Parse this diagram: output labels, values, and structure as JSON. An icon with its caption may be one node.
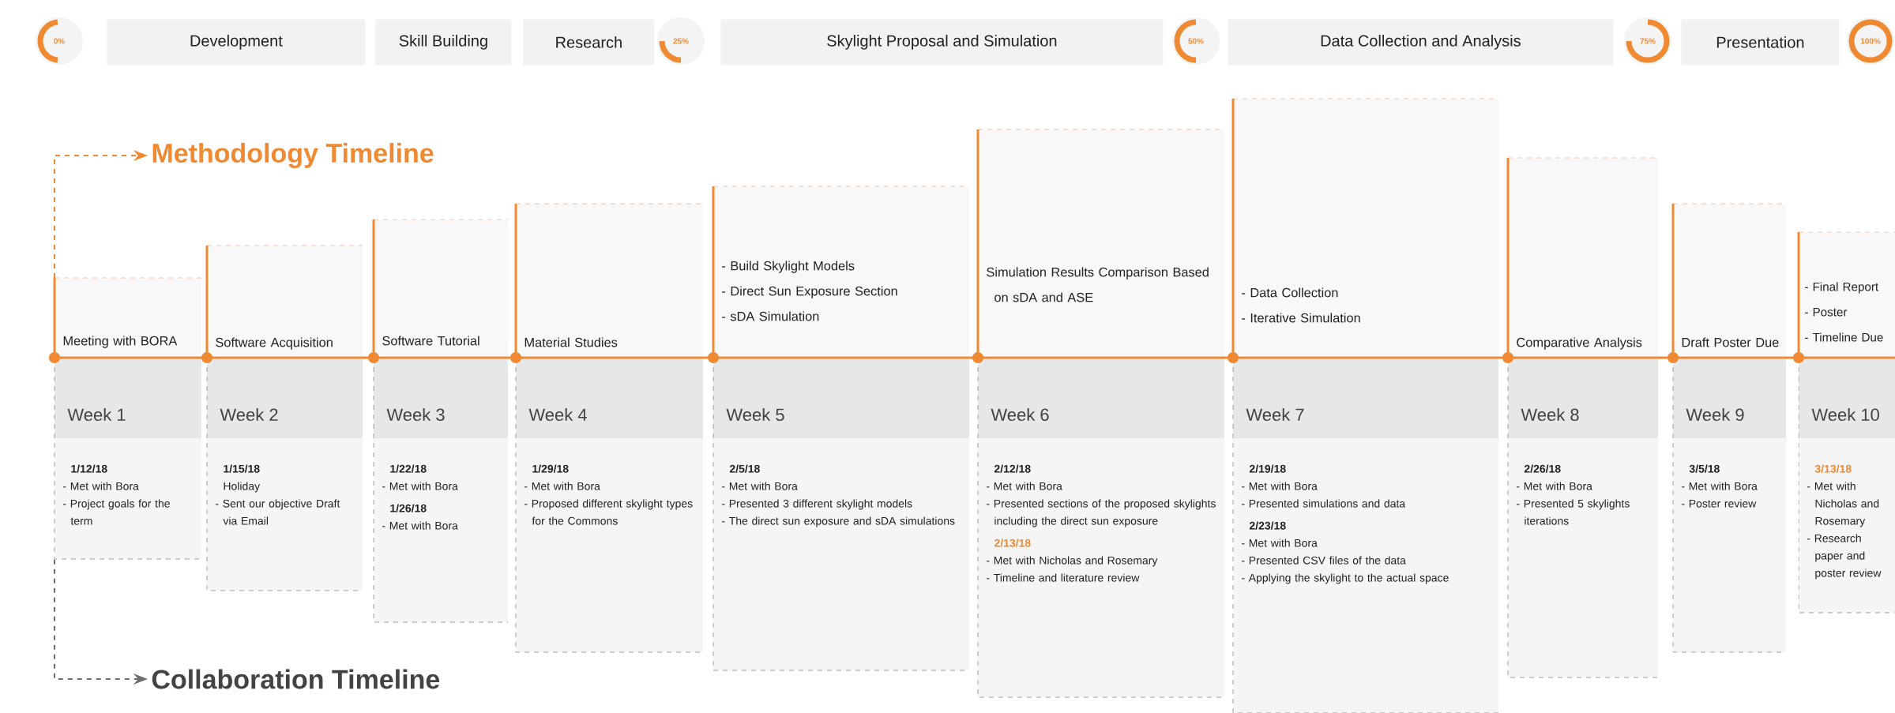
{
  "diagram": {
    "nodes": [
      {
        "text": [
          "0%"
        ]
      },
      {
        "text": [
          "Development"
        ]
      },
      {
        "text": [
          "Skill Building"
        ]
      },
      {
        "text": [
          "Research"
        ]
      },
      {
        "text": [
          "25%"
        ]
      },
      {
        "text": [
          "Skylight Proposal and Simulation"
        ]
      },
      {
        "text": [
          "50%"
        ]
      },
      {
        "text": [
          "Data Collection and Analysis"
        ]
      },
      {
        "text": [
          "75%"
        ]
      },
      {
        "text": [
          "Presentation"
        ]
      },
      {
        "text": [
          "100%"
        ]
      },
      {
        "text": [
          "Methodology Timeline"
        ]
      },
      {
        "text": [
          "Meeting with BORA"
        ]
      },
      {
        "text": [
          "Software Acquisition"
        ]
      },
      {
        "text": [
          "Software Tutorial"
        ]
      },
      {
        "text": [
          "Material Studies"
        ]
      },
      {
        "text": [
          "- Build Skylight Models",
          "- Direct Sun Exposure Section",
          "- sDA Simulation"
        ]
      },
      {
        "text": [
          "Simulation Results Comparison Based on sDA and ASE"
        ]
      },
      {
        "text": [
          "- Data Collection",
          "- Iterative Simulation"
        ]
      },
      {
        "text": [
          "Comparative Analysis"
        ]
      },
      {
        "text": [
          "Draft Poster Due"
        ]
      },
      {
        "text": [
          "- Final Report",
          "- Poster",
          "- Timeline Due"
        ]
      },
      {
        "text": [
          "Week 1",
          "1/12/18",
          "- Met with Bora",
          "- Project goals for the term"
        ]
      },
      {
        "text": [
          "Week 2",
          "1/15/18",
          "Holiday",
          "- Sent our objective Draft via Email"
        ]
      },
      {
        "text": [
          "Week 3",
          "1/22/18",
          "- Met with Bora",
          "1/26/18",
          "- Met with Bora"
        ]
      },
      {
        "text": [
          "Week 4",
          "1/29/18",
          "- Met with Bora",
          "- Proposed different skylight types for the Commons"
        ]
      },
      {
        "text": [
          "Week 5",
          "2/5/18",
          "- Met with Bora",
          "- Presented 3 different skylight models",
          "- The direct sun exposure and sDA simulations"
        ]
      },
      {
        "text": [
          "Week 6",
          "2/12/18",
          "- Met with Bora",
          "- Presented sections of the proposed skylights including the direct sun exposure",
          "2/13/18",
          "- Met with Nicholas and Rosemary",
          "- Timeline and literature review"
        ]
      },
      {
        "text": [
          "Week 7",
          "2/19/18",
          "- Met with Bora",
          "- Presented simulations and data",
          "2/23/18",
          "- Met with Bora",
          "- Presented CSV files of the data",
          "- Applying the skylight to the actual space"
        ]
      },
      {
        "text": [
          "Week 8",
          "2/26/18",
          "- Met with Bora",
          "- Presented 5 skylights iterations"
        ]
      },
      {
        "text": [
          "Week 9",
          "3/5/18",
          "- Met with Bora",
          "- Poster review"
        ]
      },
      {
        "text": [
          "Week 10",
          "3/13/18",
          "- Met with Nicholas and Rosemary",
          "- Research paper and poster review"
        ]
      },
      {
        "text": [
          "Collaboration Timeline"
        ]
      }
    ],
    "edges": [
      {
        "from": 12,
        "to": 11,
        "arrow": "to",
        "style": "dashed",
        "color": "#f08a32"
      },
      {
        "from": 22,
        "to": 32,
        "arrow": "to",
        "style": "dashed",
        "color": "#6e6e6e"
      }
    ]
  }
}
